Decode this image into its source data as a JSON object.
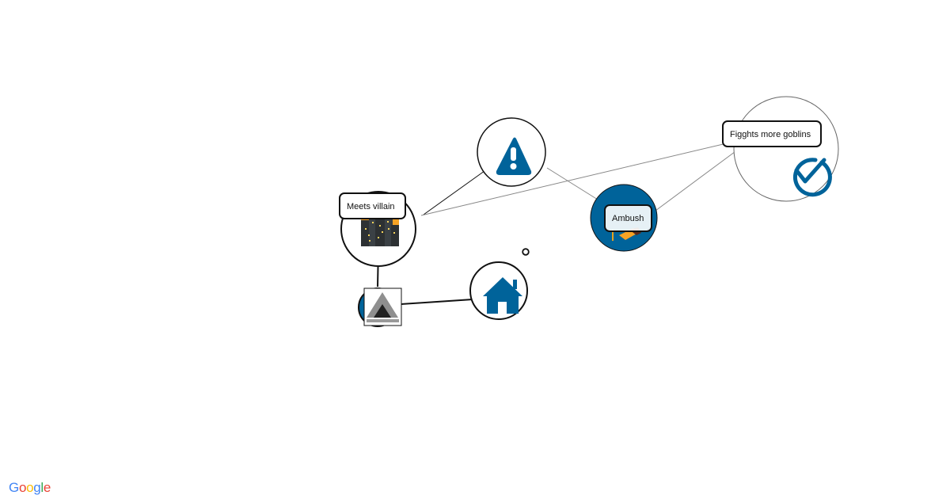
{
  "diagram": {
    "nodes": [
      {
        "id": "city",
        "icon": "city-night-icon",
        "label": "Meets villain"
      },
      {
        "id": "tent",
        "icon": "tent-icon",
        "label": ""
      },
      {
        "id": "home",
        "icon": "home-icon",
        "label": ""
      },
      {
        "id": "warning",
        "icon": "warning-triangle-icon",
        "label": ""
      },
      {
        "id": "ambush",
        "icon": "ambush-flag-icon",
        "label": "Ambush"
      },
      {
        "id": "done",
        "icon": "check-circle-icon",
        "label": "Figghts more goblins"
      }
    ],
    "edges": [
      {
        "from": "tent",
        "to": "city"
      },
      {
        "from": "tent",
        "to": "home"
      },
      {
        "from": "city",
        "to": "warning"
      },
      {
        "from": "city",
        "to": "done"
      },
      {
        "from": "warning",
        "to": "ambush"
      },
      {
        "from": "ambush",
        "to": "done"
      }
    ]
  },
  "colors": {
    "accent": "#00639a",
    "stroke": "#111111",
    "edge_light": "#888888"
  },
  "branding": {
    "logo_letters": [
      "G",
      "o",
      "o",
      "g",
      "l",
      "e"
    ],
    "logo_colors": [
      "#4285f4",
      "#ea4335",
      "#fbbc05",
      "#4285f4",
      "#34a853",
      "#ea4335"
    ]
  }
}
